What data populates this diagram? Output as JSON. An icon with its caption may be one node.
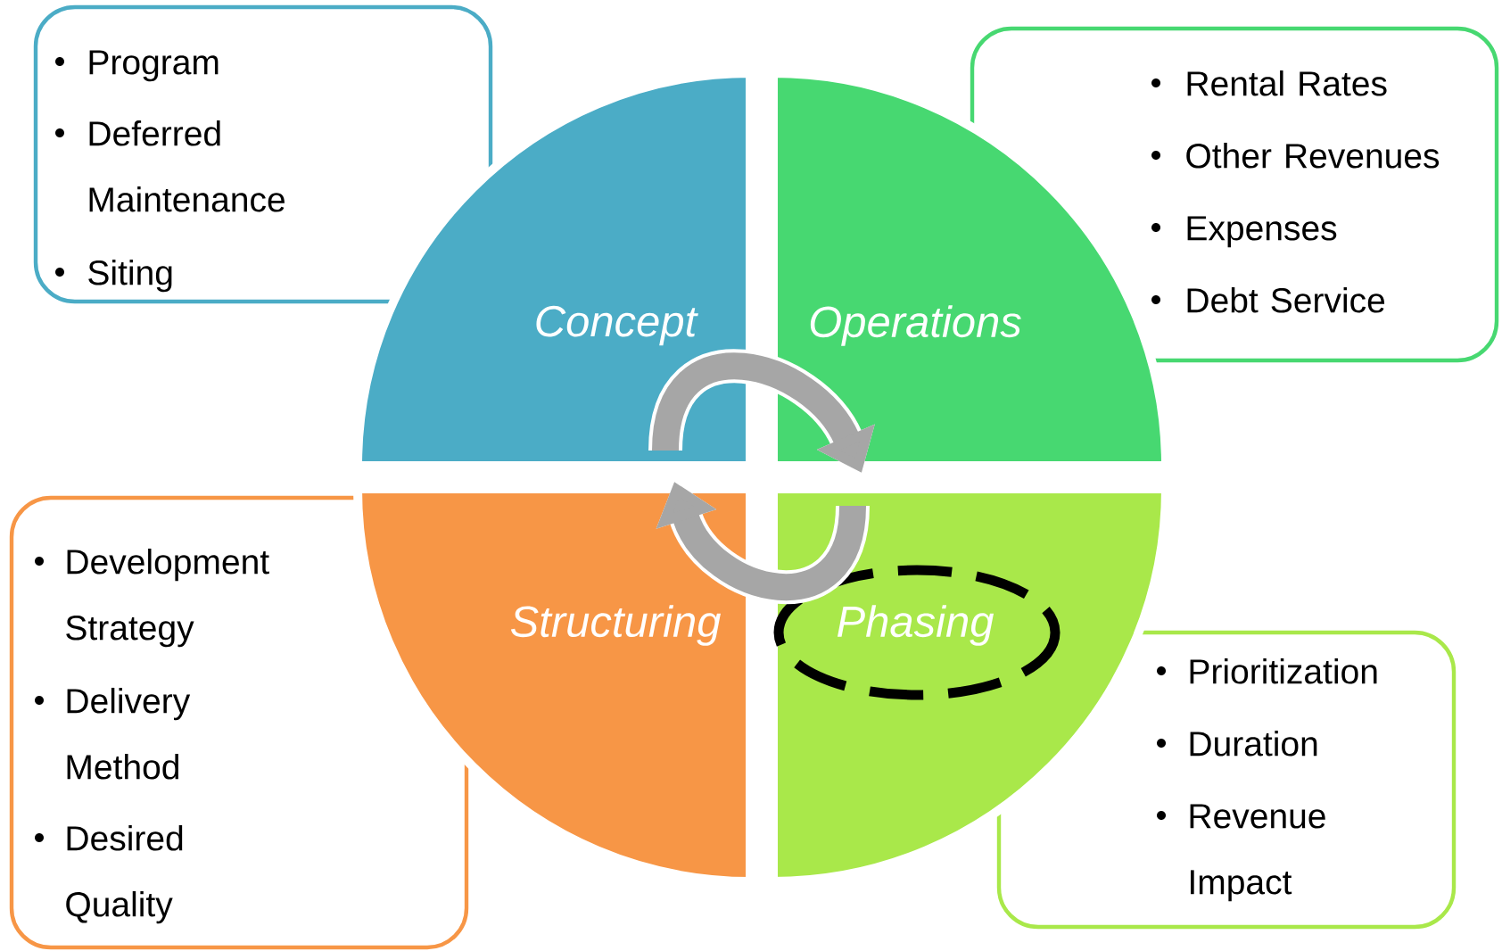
{
  "diagram": {
    "nodes": [
      {
        "text": [
          "Concept"
        ]
      },
      {
        "text": [
          "Operations"
        ]
      },
      {
        "text": [
          "Structuring"
        ]
      },
      {
        "text": [
          "Phasing"
        ]
      },
      {
        "text": [
          "Program",
          "Deferred Maintenance",
          "Siting"
        ]
      },
      {
        "text": [
          "Rental Rates",
          "Other Revenues",
          "Expenses",
          "Debt Service"
        ]
      },
      {
        "text": [
          "Development Strategy",
          "Delivery Method",
          "Desired Quality"
        ]
      },
      {
        "text": [
          "Prioritization",
          "Duration",
          "Revenue Impact"
        ]
      }
    ],
    "edges": [
      {
        "from": 0,
        "to": 1,
        "arrow": "to"
      },
      {
        "from": 3,
        "to": 2,
        "arrow": "to"
      }
    ]
  }
}
